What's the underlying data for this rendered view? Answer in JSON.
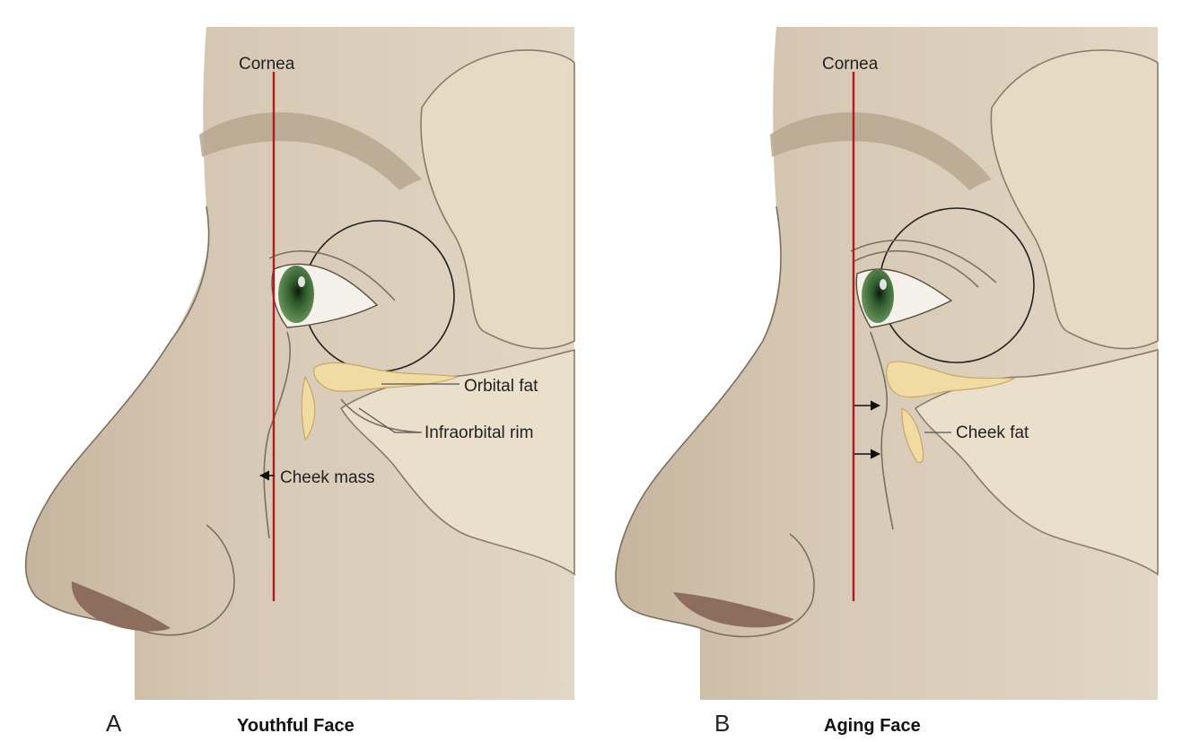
{
  "panels": [
    {
      "letter": "A",
      "caption": "Youthful Face",
      "labels": {
        "cornea": "Cornea",
        "orbital_fat": "Orbital fat",
        "infraorbital_rim": "Infraorbital rim",
        "cheek_mass": "Cheek mass"
      }
    },
    {
      "letter": "B",
      "caption": "Aging Face",
      "labels": {
        "cornea": "Cornea",
        "cheek_fat": "Cheek fat"
      }
    }
  ],
  "colors": {
    "skin": "#d9ccba",
    "skin_shadow": "#b9a992",
    "bone": "#ece2ce",
    "fat": "#f0dca2",
    "cornea_line": "#b01c1c",
    "iris": "#3f6b3b"
  }
}
